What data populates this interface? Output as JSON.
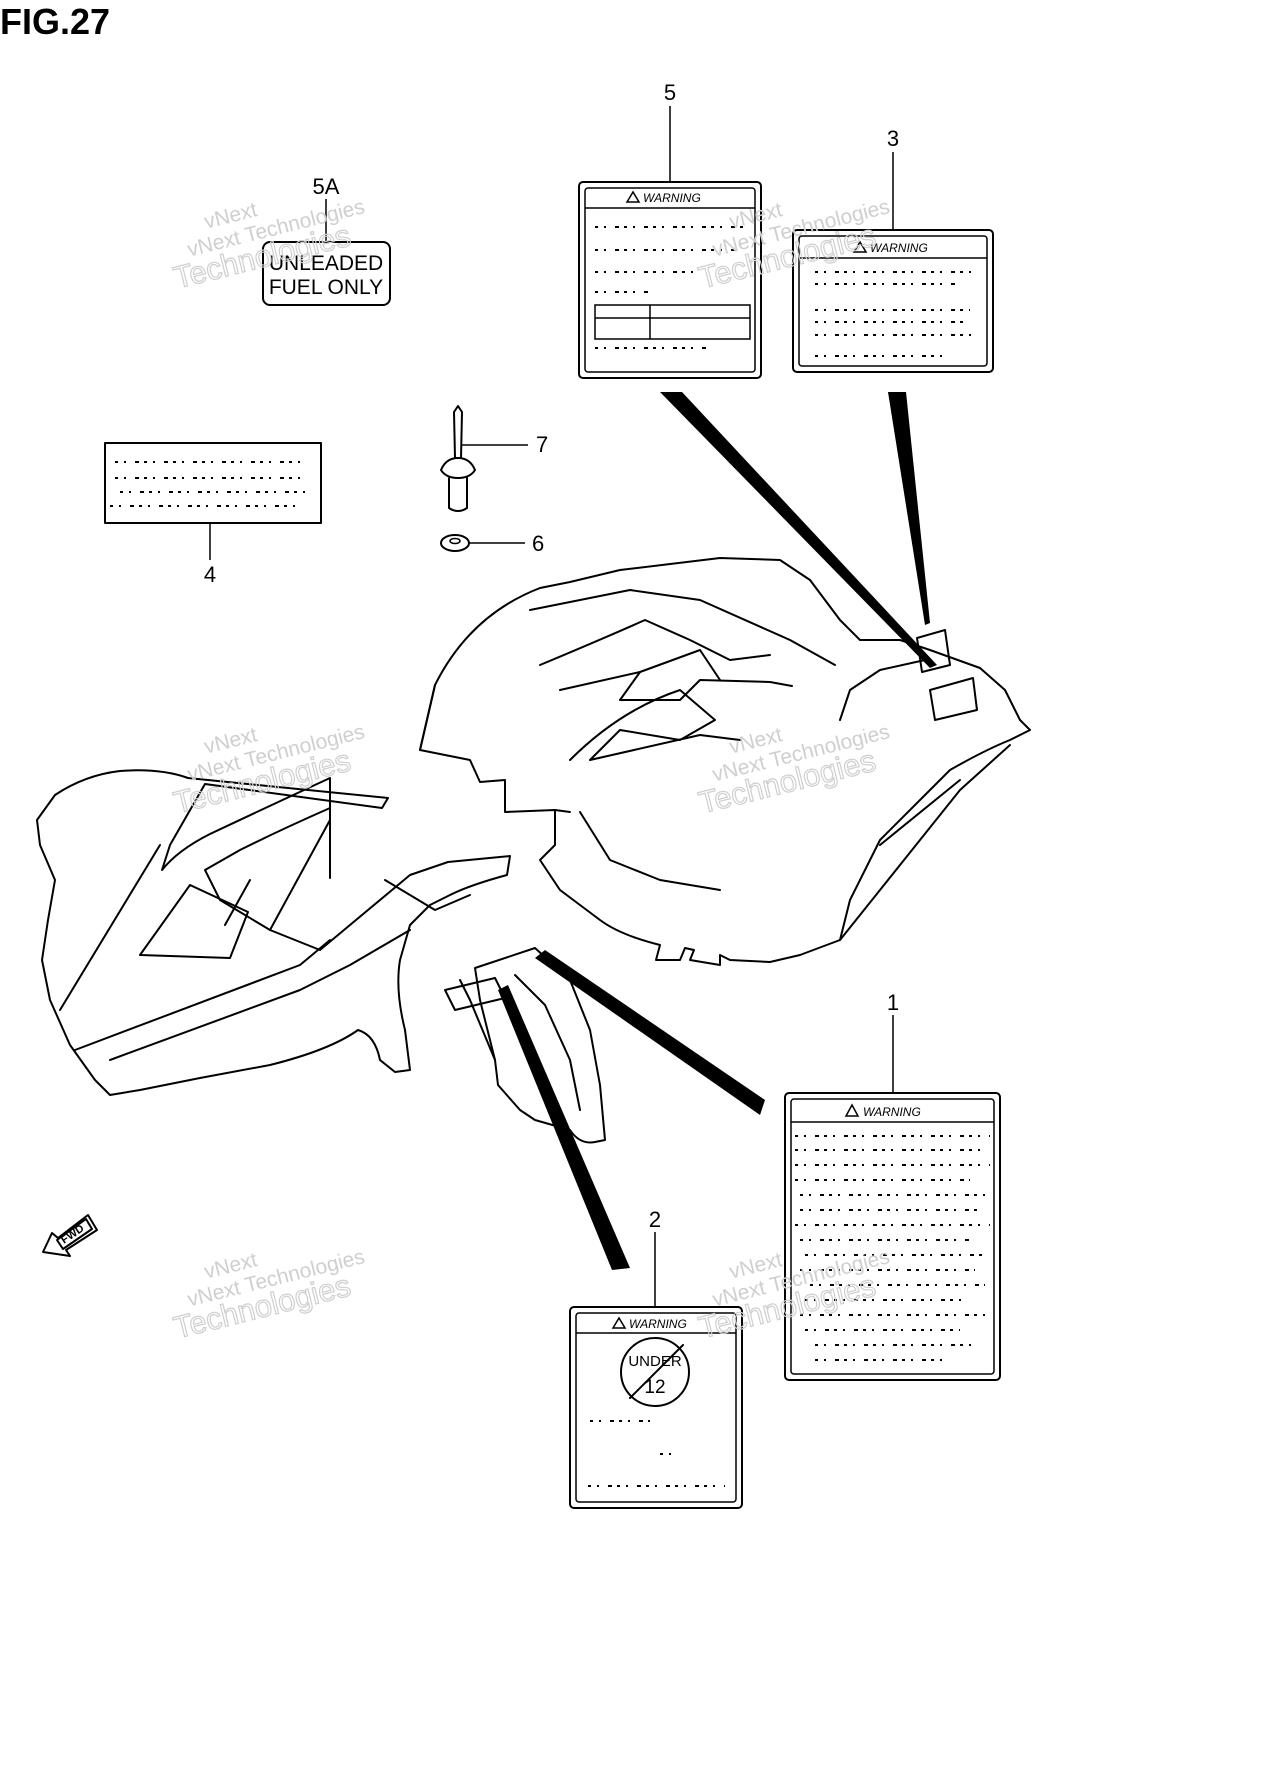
{
  "figure": {
    "title": "FIG.27"
  },
  "callouts": [
    {
      "id": "1",
      "label": "1"
    },
    {
      "id": "2",
      "label": "2"
    },
    {
      "id": "3",
      "label": "3"
    },
    {
      "id": "4",
      "label": "4"
    },
    {
      "id": "5",
      "label": "5"
    },
    {
      "id": "5A",
      "label": "5A"
    },
    {
      "id": "6",
      "label": "6"
    },
    {
      "id": "7",
      "label": "7"
    }
  ],
  "labels": {
    "fuel_line1": "UNLEADED",
    "fuel_line2": "FUEL ONLY",
    "warning_5": "WARNING",
    "warning_3": "WARNING",
    "warning_1": "WARNING",
    "warning_2": "WARNING",
    "under_text": "UNDER",
    "under_age": "12"
  },
  "direction": {
    "label": "FWD"
  },
  "watermark": {
    "line1": "vNext",
    "line2": "vNext Technologies",
    "line3": "Technologies"
  }
}
